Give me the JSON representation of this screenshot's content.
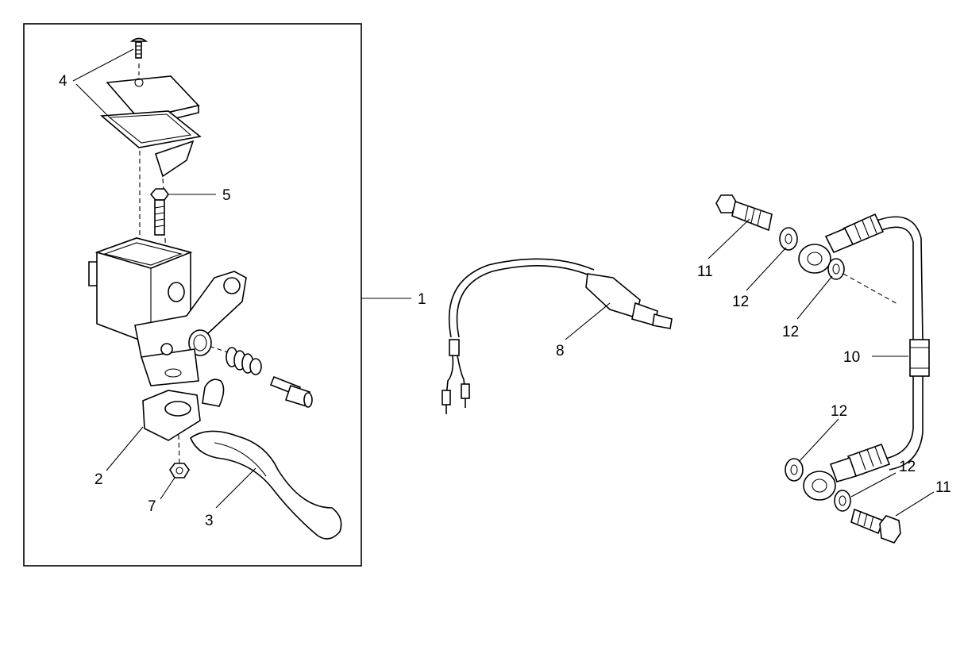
{
  "callouts": {
    "c1": "1",
    "c2": "2",
    "c3": "3",
    "c4": "4",
    "c5": "5",
    "c7": "7",
    "c8": "8",
    "c10": "10",
    "c11a": "11",
    "c11b": "11",
    "c12a": "12",
    "c12b": "12",
    "c12c": "12",
    "c12d": "12"
  }
}
